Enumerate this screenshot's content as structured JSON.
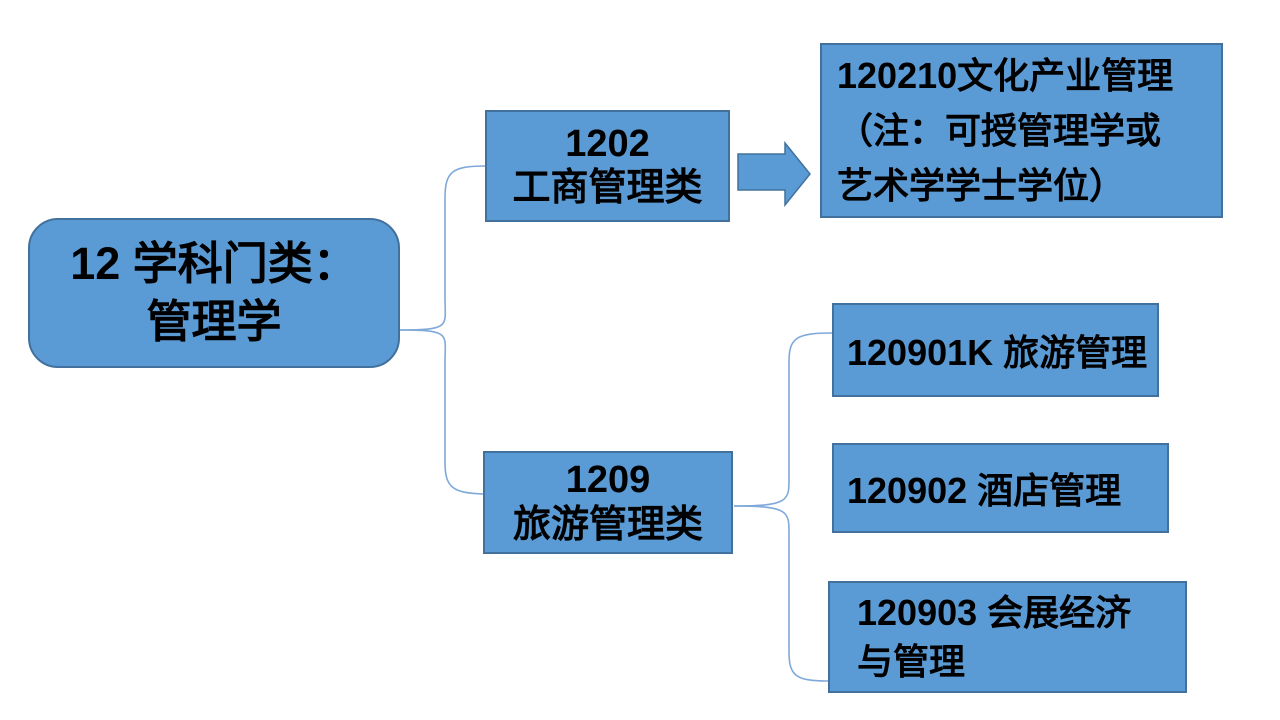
{
  "colors": {
    "shape_fill": "#5B9BD5",
    "shape_border": "#41719C",
    "connector": "#7FA9D9",
    "text": "#000000",
    "background": "#FFFFFF"
  },
  "nodes": {
    "root": {
      "text": "12 学科门类：\n管理学"
    },
    "group_1202": {
      "text": "1202\n工商管理类"
    },
    "group_1209": {
      "text": "1209\n旅游管理类"
    },
    "major_120210": {
      "text": "120210文化产业管理\n（注：可授管理学或\n艺术学学士学位）"
    },
    "major_120901k": {
      "text": "120901K 旅游管理"
    },
    "major_120902": {
      "text": "120902 酒店管理"
    },
    "major_120903": {
      "text": "120903 会展经济\n与管理"
    }
  },
  "icons": {
    "arrow": "right-block-arrow",
    "left_brace": "curved-brace-connector",
    "right_brace": "curved-brace-connector"
  }
}
